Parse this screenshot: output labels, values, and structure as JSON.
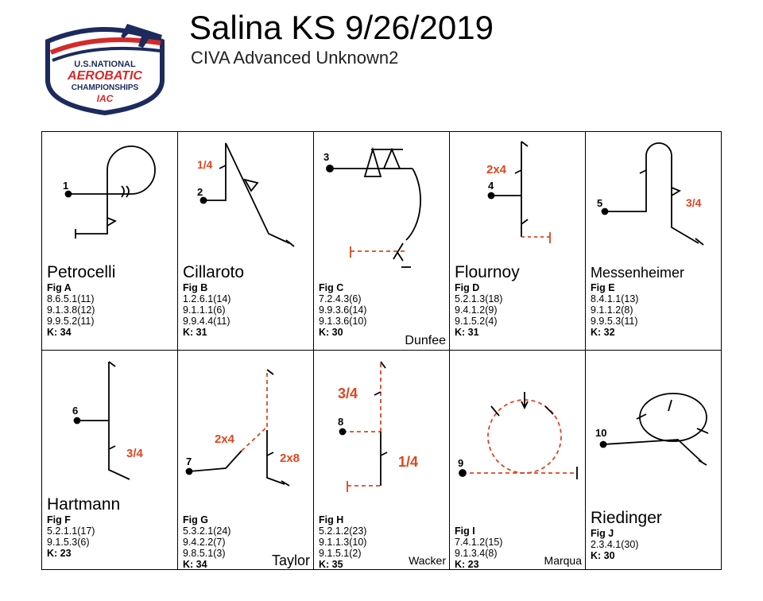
{
  "header": {
    "title": "Salina KS 9/26/2019",
    "subtitle": "CIVA Advanced Unknown2",
    "logo_lines": [
      "U.S.NATIONAL",
      "AEROBATIC",
      "CHAMPIONSHIPS",
      "IAC"
    ]
  },
  "colors": {
    "red": "#e0451f",
    "navy": "#1c2a5e",
    "logo_red": "#d42a2a",
    "black": "#000000"
  },
  "figures": [
    {
      "pilot": "Petrocelli",
      "fig": "Fig A",
      "codes": [
        "8.6.5.1(11)",
        "9.1.3.8(12)",
        "9.9.5.2(11)"
      ],
      "k": "K: 34",
      "number": "1",
      "labels": []
    },
    {
      "pilot": "Cillaroto",
      "fig": "Fig B",
      "codes": [
        "1.2.6.1(14)",
        "9.1.1.1(6)",
        "9.9.4.4(11)"
      ],
      "k": "K: 31",
      "number": "2",
      "labels": [
        "1/4"
      ]
    },
    {
      "pilot": "",
      "fig": "Fig C",
      "codes": [
        "7.2.4.3(6)",
        "9.9.3.6(14)",
        "9.1.3.6(10)"
      ],
      "k": "K: 30",
      "number": "3",
      "labels": [],
      "credit": "Dunfee"
    },
    {
      "pilot": "Flournoy",
      "fig": "Fig D",
      "codes": [
        "5.2.1.3(18)",
        "9.4.1.2(9)",
        "9.1.5.2(4)"
      ],
      "k": "K: 31",
      "number": "4",
      "labels": [
        "2x4"
      ]
    },
    {
      "pilot": "Messenheimer",
      "fig": "Fig E",
      "codes": [
        "8.4.1.1(13)",
        "9.1.1.2(8)",
        "9.9.5.3(11)"
      ],
      "k": "K: 32",
      "number": "5",
      "labels": [
        "3/4"
      ]
    },
    {
      "pilot": "Hartmann",
      "fig": "Fig F",
      "codes": [
        "5.2.1.1(17)",
        "9.1.5.3(6)"
      ],
      "k": "K: 23",
      "number": "6",
      "labels": [
        "3/4"
      ]
    },
    {
      "pilot": "",
      "fig": "Fig G",
      "codes": [
        "5.3.2.1(24)",
        "9.4.2.2(7)",
        "9.8.5.1(3)"
      ],
      "k": "K: 34",
      "number": "7",
      "labels": [
        "2x4",
        "2x8"
      ],
      "credit": "Taylor"
    },
    {
      "pilot": "",
      "fig": "Fig H",
      "codes": [
        "5.2.1.2(23)",
        "9.1.1.3(10)",
        "9.1.5.1(2)"
      ],
      "k": "K: 35",
      "number": "8",
      "labels": [
        "3/4",
        "1/4"
      ],
      "credit": "Wacker"
    },
    {
      "pilot": "",
      "fig": "Fig I",
      "codes": [
        "7.4.1.2(15)",
        "9.1.3.4(8)"
      ],
      "k": "K: 23",
      "number": "9",
      "labels": [],
      "credit": "Marqua"
    },
    {
      "pilot": "Riedinger",
      "fig": "Fig J",
      "codes": [
        "2.3.4.1(30)"
      ],
      "k": "K: 30",
      "number": "10",
      "labels": []
    }
  ]
}
